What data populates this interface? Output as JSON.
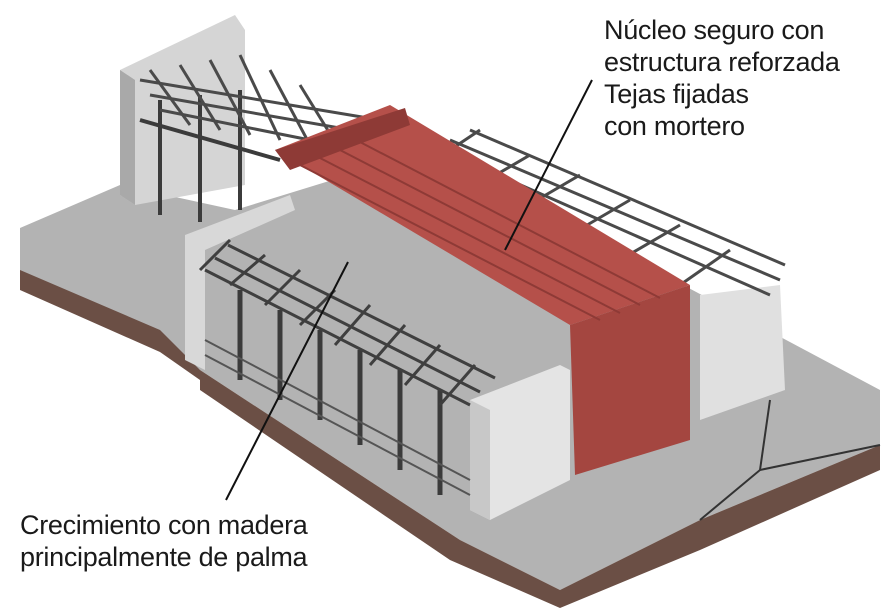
{
  "annotations": {
    "core": {
      "lines": [
        "Núcleo seguro con",
        "estructura reforzada",
        "Tejas fijadas",
        "con mortero"
      ]
    },
    "growth": {
      "lines": [
        "Crecimiento con madera",
        "principalmente de palma"
      ]
    }
  },
  "colors": {
    "ground_top": "#b3b3b3",
    "ground_side": "#6b4f45",
    "concrete_light": "#e4e4e4",
    "concrete_shade": "#c8c8c8",
    "core_red": "#b5504a",
    "core_red_dark": "#8e3a36",
    "steel": "#3b3b3b",
    "leader_line": "#111111"
  }
}
